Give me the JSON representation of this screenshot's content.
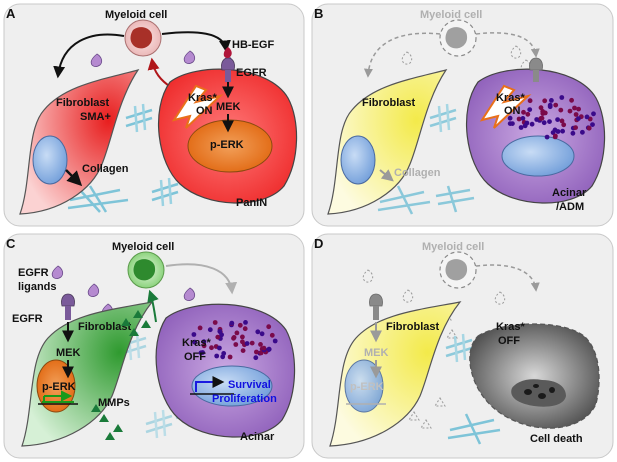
{
  "panel_a": {
    "letter": "A",
    "myeloid": "Myeloid cell",
    "hb_egf": "HB-EGF",
    "egfr": "EGFR",
    "fibroblast": "Fibroblast",
    "sma": "SMA+",
    "kras_line1": "Kras*",
    "kras_line2": "ON",
    "mek": "MEK",
    "perk": "p-ERK",
    "collagen": "Collagen",
    "lesion": "PanIN"
  },
  "panel_b": {
    "letter": "B",
    "myeloid": "Myeloid cell",
    "fibroblast": "Fibroblast",
    "kras_line1": "Kras*",
    "kras_line2": "ON",
    "collagen": "Collagen",
    "acinar_line1": "Acinar",
    "acinar_line2": "/ADM"
  },
  "panel_c": {
    "letter": "C",
    "myeloid": "Myeloid cell",
    "egfr_ligands_line1": "EGFR",
    "egfr_ligands_line2": "ligands",
    "egfr": "EGFR",
    "fibroblast": "Fibroblast",
    "mek": "MEK",
    "perk": "p-ERK",
    "mmps": "MMPs",
    "kras_line1": "Kras*",
    "kras_line2": "OFF",
    "survival": "Survival",
    "proliferation": "Proliferation",
    "acinar": "Acinar"
  },
  "panel_d": {
    "letter": "D",
    "myeloid": "Myeloid cell",
    "fibroblast": "Fibroblast",
    "mek": "MEK",
    "perk": "p-ERK",
    "kras_line1": "Kras*",
    "kras_line2": "OFF",
    "cell_death": "Cell death"
  },
  "colors": {
    "panel_bg": "#efefef",
    "fibroblast_red": "#f04a4a",
    "fibroblast_yellow": "#f7ef7a",
    "fibroblast_green": "#3fa83f",
    "panin_red": "#f03030",
    "nucleus_orange": "#e8701a",
    "acinar_purple": "#9a6cc0",
    "nucleus_blue": "#7aa6e0",
    "egfr_purple": "#7a5a9a",
    "myeloid_red": "#a0302a",
    "myeloid_green": "#2e9a2e",
    "survival_blue": "#1010e0"
  }
}
